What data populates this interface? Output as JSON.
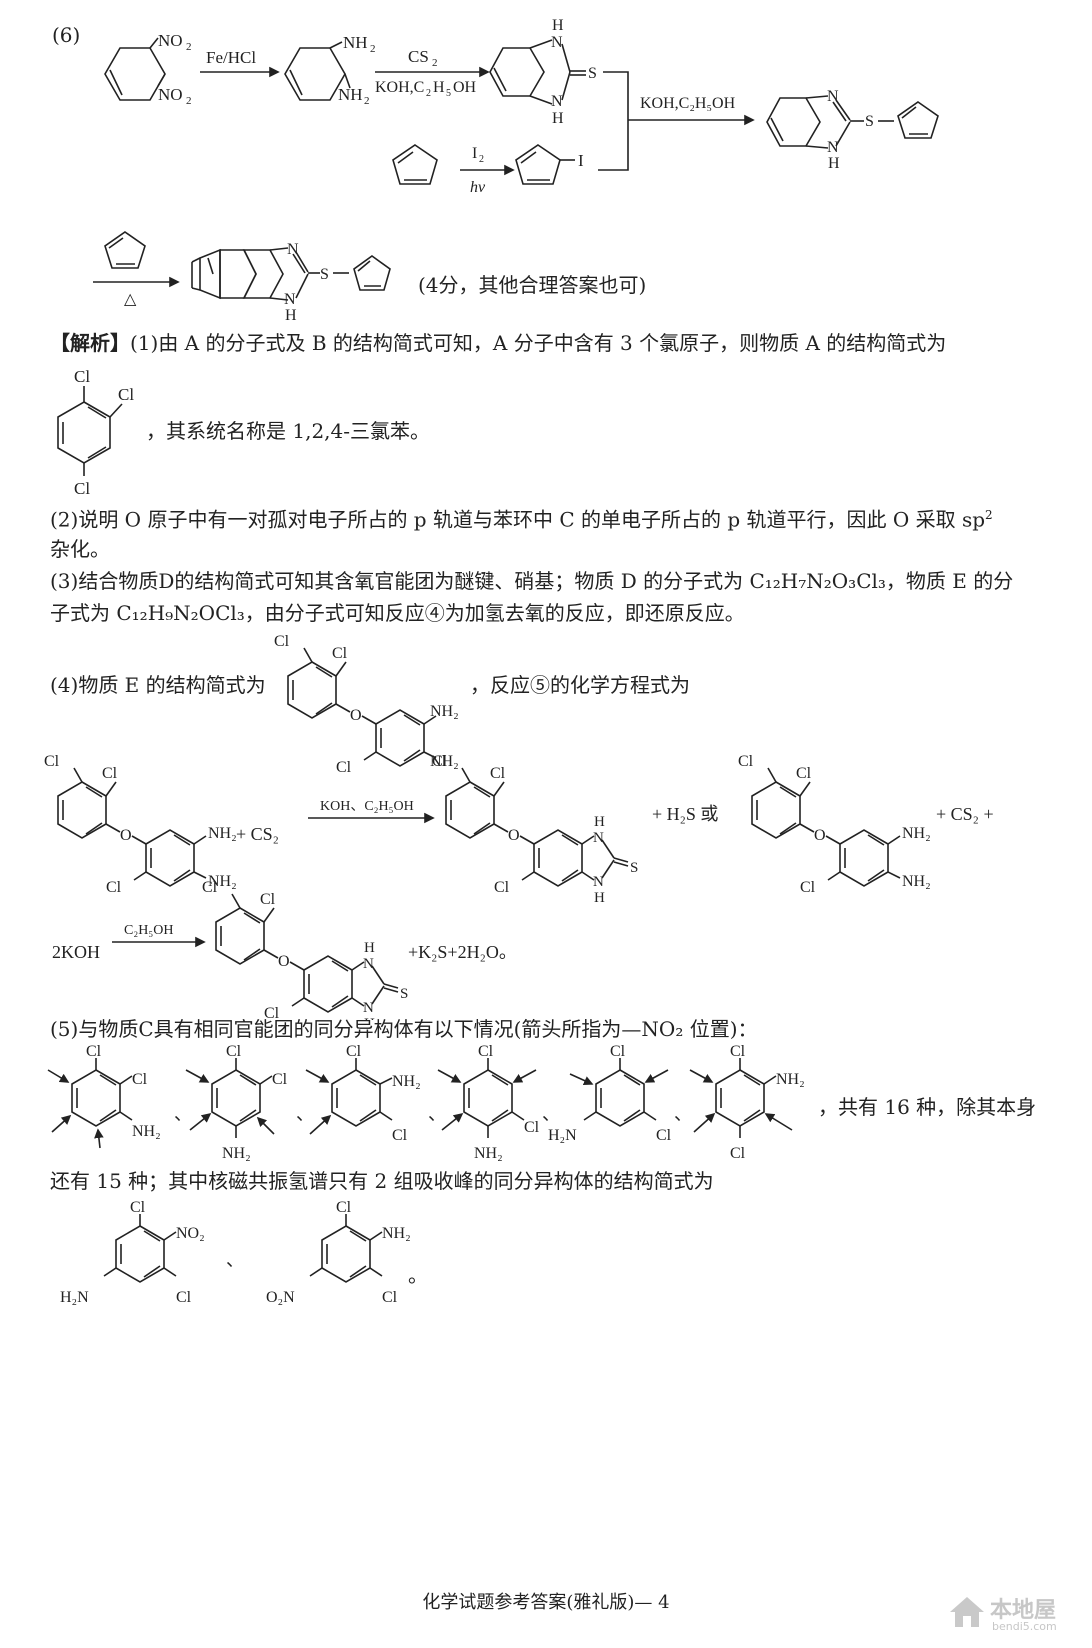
{
  "section6": {
    "label": "(6)",
    "reagents": {
      "step1": "Fe/HCl",
      "step2_top": "CS",
      "step2_top_sub": "2",
      "step2_bottom": "KOH,C",
      "step2_bottom_rest": "H",
      "step2_bottom_tail": "OH",
      "iodination_top": "I",
      "iodination_top_sub": "2",
      "iodination_bottom": "hv",
      "coupling": "KOH,C₂H₅OH",
      "diels_alder_condition": "△"
    },
    "atoms": {
      "nitro_1": "NO",
      "nitro_1_sub": "2",
      "nitro_2": "NO",
      "nitro_2_sub": "2",
      "amine_1": "NH",
      "amine_1_sub": "2",
      "amine_2": "NH",
      "amine_2_sub": "2",
      "h_top": "H",
      "n_top": "N",
      "n_bottom": "N",
      "h_bottom": "H",
      "s_thione": "S",
      "iodine": "I",
      "product_n": "N",
      "product_s": "S",
      "product_nh": "N",
      "product_h": "H",
      "final_n": "N",
      "final_s": "S",
      "final_nh": "N",
      "final_h": "H"
    },
    "score_note": "(4分，其他合理答案也可)"
  },
  "analysis": {
    "heading": "【解析】",
    "p1": "(1)由 A 的分子式及 B 的结构简式可知，A 分子中含有 3 个氯原子，则物质 A 的结构简式为",
    "p1_cl1": "Cl",
    "p1_cl2": "Cl",
    "p1_cl3": "Cl",
    "p1_name": "，其系统名称是 1,2,4-三氯苯。",
    "p2_line1": "(2)说明 O 原子中有一对孤对电子所占的 p 轨道与苯环中 C 的单电子所占的 p 轨道平行，因此 O 采取 sp",
    "p2_sup": "2",
    "p2_line2": "杂化。",
    "p3_line1": "(3)结合物质D的结构简式可知其含氧官能团为醚键、硝基；物质 D 的分子式为 C₁₂H₇N₂O₃Cl₃，物质 E 的分",
    "p3_line2": "子式为 C₁₂H₉N₂OCl₃，由分子式可知反应④为加氢去氧的反应，即还原反应。",
    "p4_lead": "(4)物质 E 的结构简式为",
    "p4_tail": "，反应⑤的化学方程式为",
    "eq_cond1": "KOH、C₂H₅OH",
    "eq_plus_cs2": "+ CS₂",
    "eq_h2s": "+ H₂S 或",
    "eq_cs2_plus": "+ CS₂ +",
    "eq_2koh": "2KOH",
    "eq_cond2": "C₂H₅OH",
    "eq_products": "+K₂S+2H₂O。",
    "labels": {
      "cl": "Cl",
      "o": "O",
      "nh2": "NH₂",
      "n": "N",
      "h": "H",
      "s": "S"
    },
    "p5": "(5)与物质C具有相同官能团的同分异构体有以下情况(箭头所指为—NO₂ 位置)：",
    "p5_count": "，共有 16 种，除其本身",
    "p5_line2": "还有 15 种；其中核磁共振氢谱只有 2 组吸收峰的同分异构体的结构简式为",
    "p5_sep": "、",
    "p5_end": "。",
    "iso_labels": {
      "cl": "Cl",
      "nh2": "NH₂",
      "h2n": "H₂N",
      "no2": "NO₂",
      "o2n": "O₂N"
    }
  },
  "footer": {
    "text": "化学试题参考答案(雅礼版)— 4"
  },
  "watermark": {
    "name": "本地屋",
    "url": "bendi5.com"
  }
}
